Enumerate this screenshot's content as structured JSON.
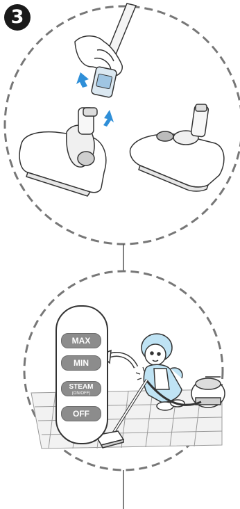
{
  "step_number": "3",
  "panel": {
    "max_label": "MAX",
    "min_label": "MIN",
    "steam_label": "STEAM",
    "steam_sub_label": "(ON/OFF)",
    "off_label": "OFF"
  },
  "colors": {
    "outline": "#333333",
    "arrow_blue": "#2f8fd8",
    "button_gray": "#8c8c8c",
    "character_dress": "#bfe3f4",
    "floor_tile": "#eeeeee"
  }
}
